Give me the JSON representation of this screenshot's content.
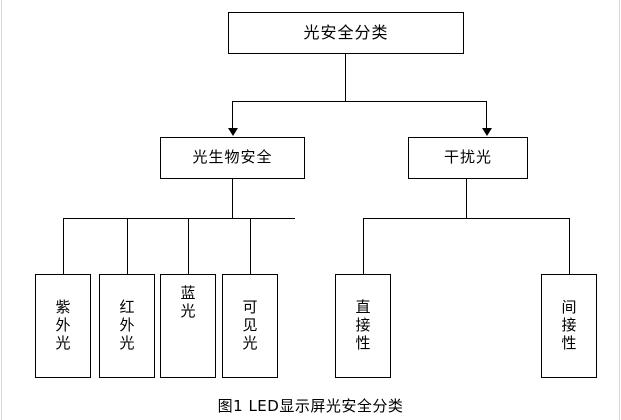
{
  "diagram": {
    "type": "tree",
    "title": "光安全分类",
    "caption": "图1  LED显示屏光安全分类",
    "root": {
      "label": "光安全分类"
    },
    "level2": [
      {
        "label": "光生物安全"
      },
      {
        "label": "干扰光"
      }
    ],
    "level3": [
      {
        "label": "紫外光",
        "chars": [
          "紫",
          "外",
          "光"
        ],
        "parent": "光生物安全"
      },
      {
        "label": "红外光",
        "chars": [
          "红",
          "外",
          "光"
        ],
        "parent": "光生物安全"
      },
      {
        "label": "蓝光",
        "chars": [
          "蓝",
          "光"
        ],
        "parent": "光生物安全"
      },
      {
        "label": "可见光",
        "chars": [
          "可",
          "见",
          "光"
        ],
        "parent": "光生物安全"
      },
      {
        "label": "直接性",
        "chars": [
          "直",
          "接",
          "性"
        ],
        "parent": "干扰光"
      },
      {
        "label": "间接性",
        "chars": [
          "间",
          "接",
          "性"
        ],
        "parent": "干扰光"
      }
    ],
    "colors": {
      "line": "#000000",
      "box_border": "#000000",
      "background": "#ffffff",
      "text": "#000000"
    }
  }
}
